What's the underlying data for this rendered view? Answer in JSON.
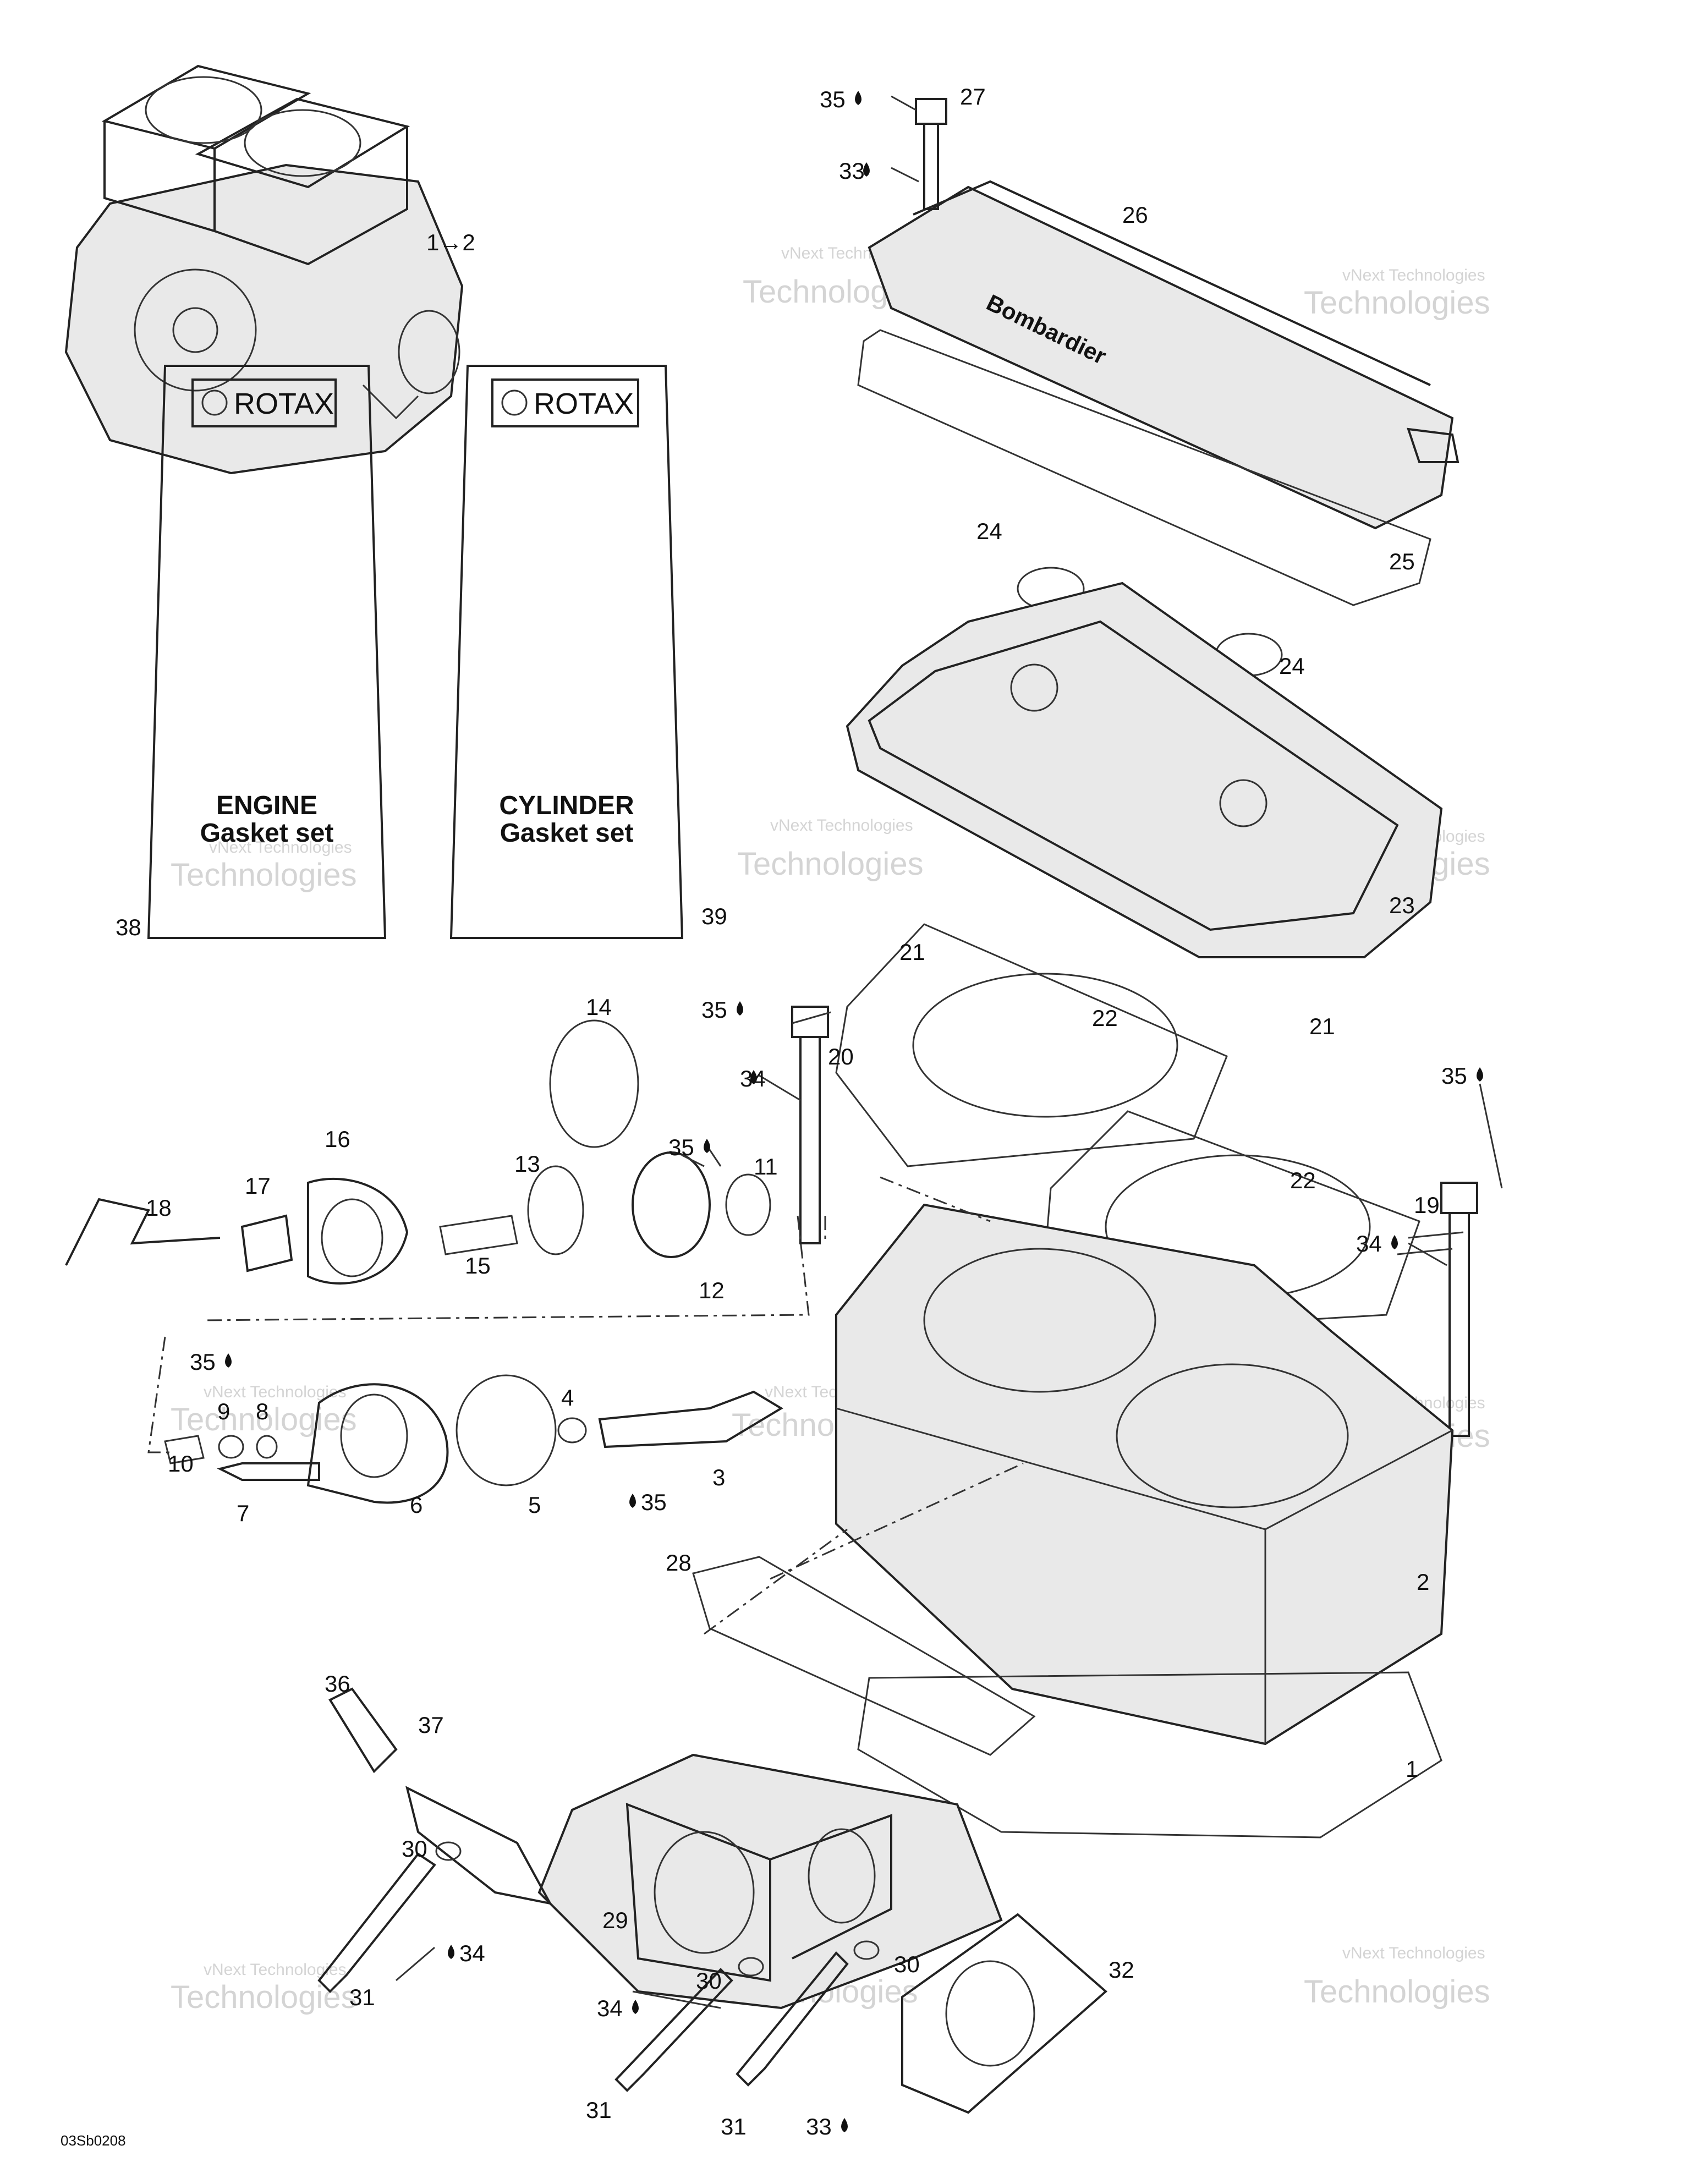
{
  "labels": {
    "n1": "1",
    "n2": "2",
    "n3": "3",
    "n4": "4",
    "n5": "5",
    "n6": "6",
    "n7": "7",
    "n8": "8",
    "n9": "9",
    "n10": "10",
    "n11": "11",
    "n12": "12",
    "n13": "13",
    "n14": "14",
    "n15": "15",
    "n16": "16",
    "n17": "17",
    "n18": "18",
    "n19": "19",
    "n20": "20",
    "n21a": "21",
    "n21b": "21",
    "n22a": "22",
    "n22b": "22",
    "n23": "23",
    "n24a": "24",
    "n24b": "24",
    "n25": "25",
    "n26": "26",
    "n27": "27",
    "n28": "28",
    "n29": "29",
    "n30a": "30",
    "n30b": "30",
    "n30c": "30",
    "n31a": "31",
    "n31b": "31",
    "n31c": "31",
    "n32": "32",
    "n33a": "33",
    "n33b": "33",
    "n34a": "34",
    "n34b": "34",
    "n34c": "34",
    "n34d": "34",
    "n35a": "35",
    "n35b": "35",
    "n35c": "35",
    "n35d": "35",
    "n35e": "35",
    "n35f": "35",
    "n36": "36",
    "n37": "37",
    "n38": "38",
    "n39": "39",
    "engine_ref": "1→2"
  },
  "kits": {
    "engine": {
      "brand": "ROTAX",
      "line1": "ENGINE",
      "line2": "Gasket set"
    },
    "cylinder": {
      "brand": "ROTAX",
      "line1": "CYLINDER",
      "line2": "Gasket set"
    }
  },
  "watermark": {
    "line1": "vNext Technologies",
    "line2": "Technologies"
  },
  "head_cover_text": "Bombardier",
  "drawing_code": "03Sb0208"
}
